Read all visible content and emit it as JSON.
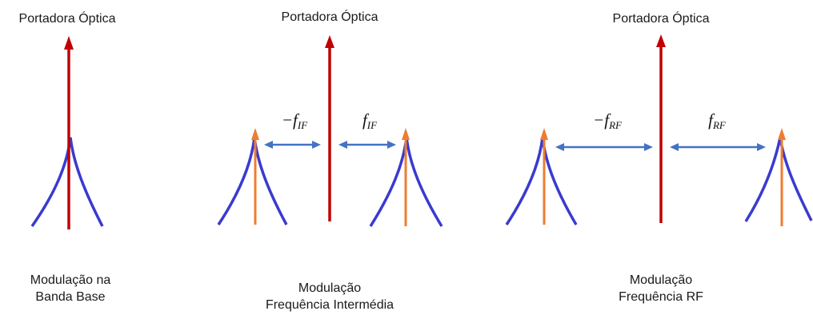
{
  "panels": [
    {
      "title": "Portadora Óptica",
      "caption_line1": "Modulação na",
      "caption_line2": "Banda Base"
    },
    {
      "title": "Portadora Óptica",
      "caption_line1": "Modulação",
      "caption_line2": "Frequência Intermédia",
      "left_label": {
        "sign": "−",
        "base": "f",
        "sub": "IF"
      },
      "right_label": {
        "sign": "",
        "base": "f",
        "sub": "IF"
      }
    },
    {
      "title": "Portadora Óptica",
      "caption_line1": "Modulação",
      "caption_line2": "Frequência RF",
      "left_label": {
        "sign": "−",
        "base": "f",
        "sub": "RF"
      },
      "right_label": {
        "sign": "",
        "base": "f",
        "sub": "RF"
      }
    }
  ],
  "colors": {
    "carrier": "#c00000",
    "sideband_arrow": "#ed7d31",
    "spectrum": "#3a3ad0",
    "spacing_arrow": "#4472c4"
  }
}
